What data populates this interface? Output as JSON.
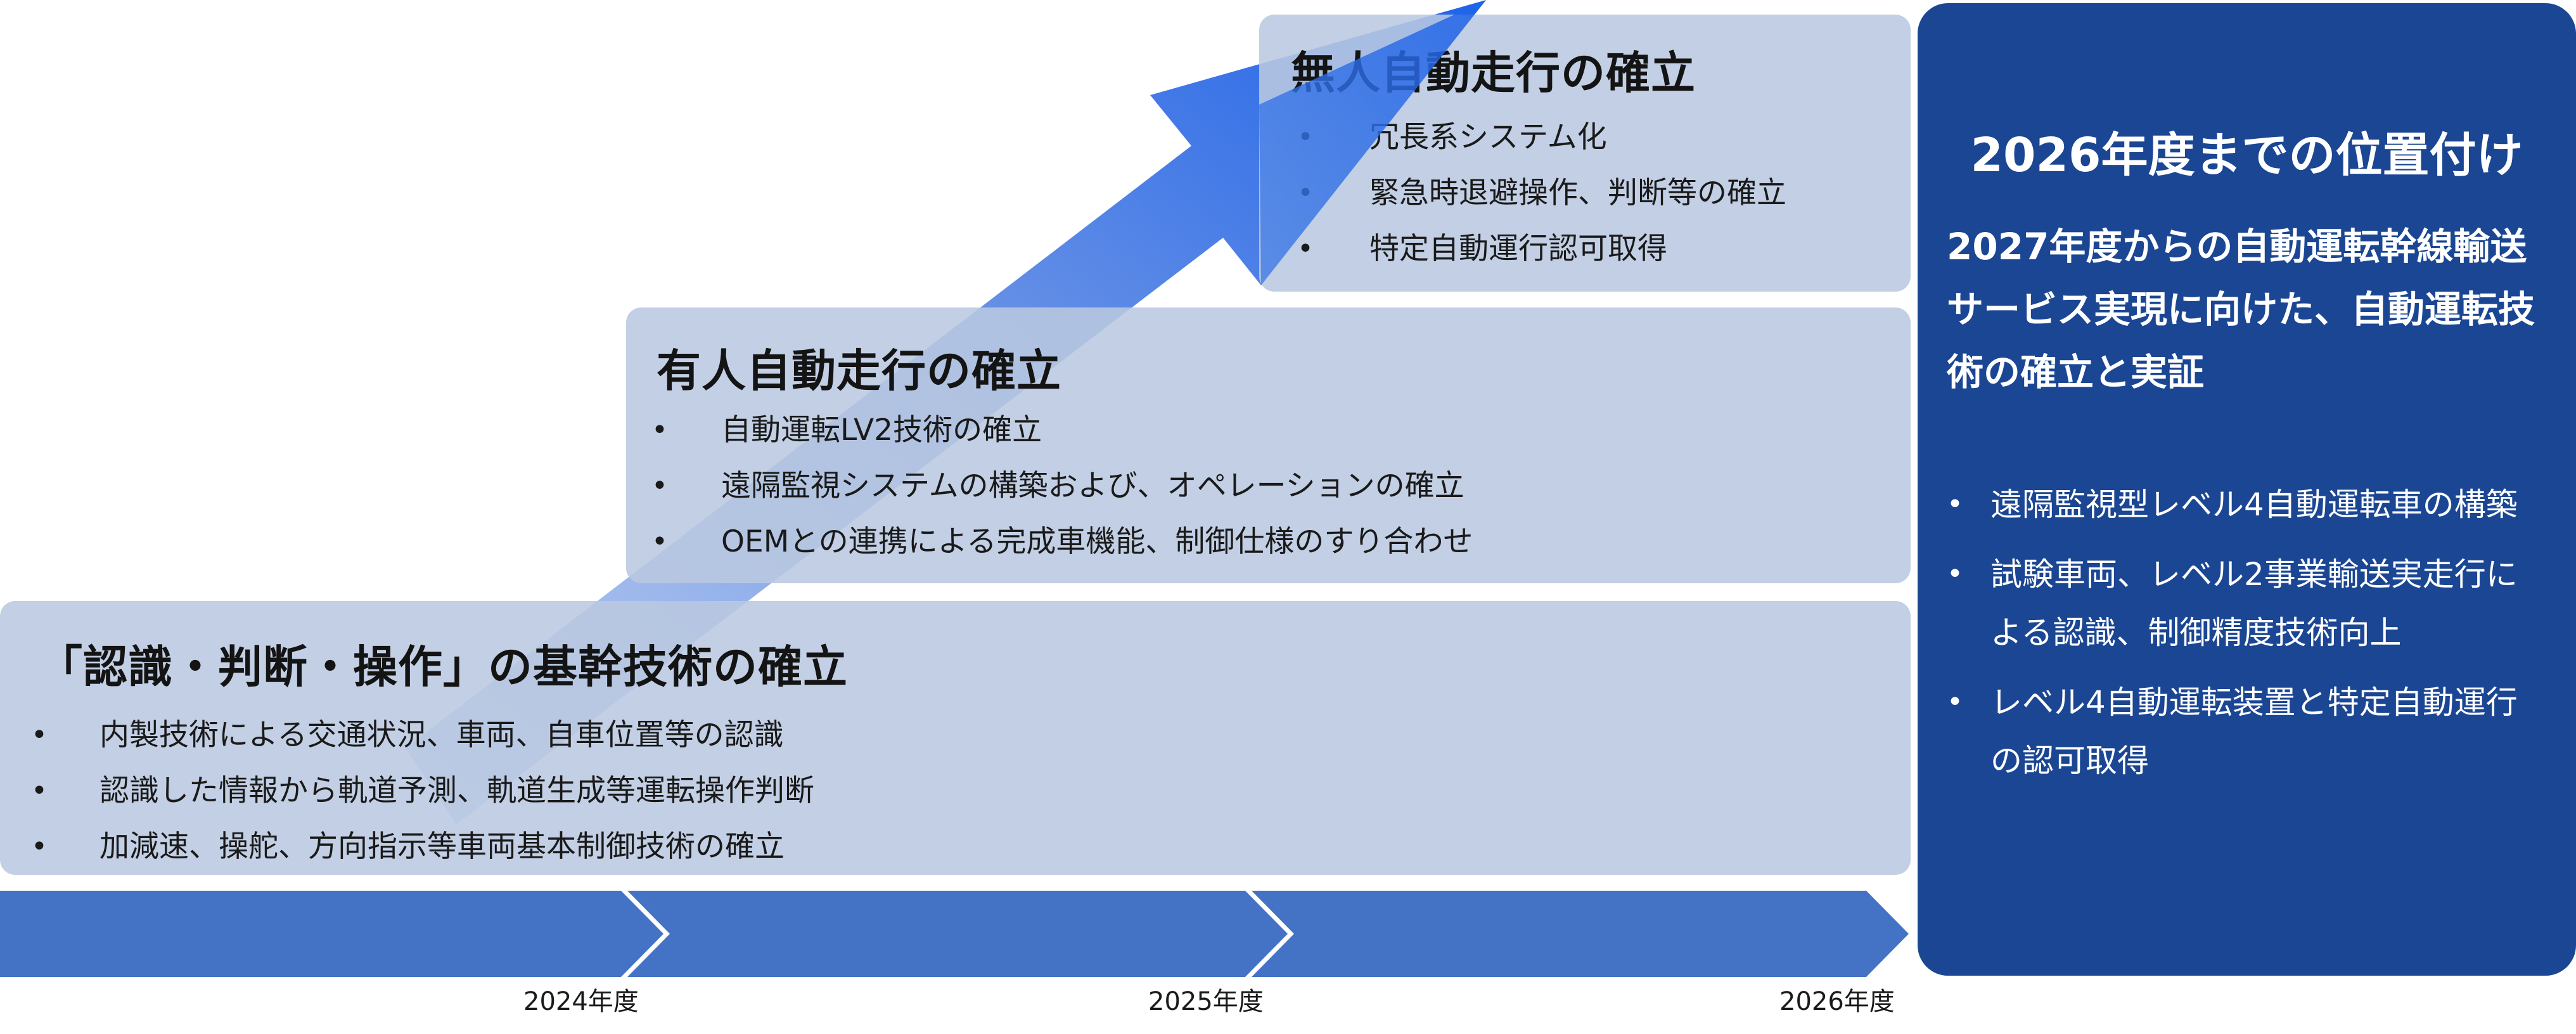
{
  "stages": [
    {
      "title": "「認識・判断・操作」の基幹技術の確立",
      "items": [
        "内製技術による交通状況、車両、自車位置等の認識",
        "認識した情報から軌道予測、軌道生成等運転操作判断",
        "加減速、操舵、方向指示等車両基本制御技術の確立"
      ]
    },
    {
      "title": "有人自動走行の確立",
      "items": [
        "自動運転LV2技術の確立",
        "遠隔監視システムの構築および、オペレーションの確立",
        "OEMとの連携による完成車機能、制御仕様のすり合わせ"
      ]
    },
    {
      "title": "無人自動走行の確立",
      "items": [
        "冗長系システム化",
        "緊急時退避操作、判断等の確立",
        "特定自動運行認可取得"
      ]
    }
  ],
  "bullet": "•",
  "panel": {
    "title": "2026年度までの位置付け",
    "subtitle": "2027年度からの自動運転幹線輸送サービス実現に向けた、自動運転技術の確立と実証",
    "items": [
      "遠隔監視型レベル4自動運転車の構築",
      "試験車両、レベル2事業輸送実走行による認識、制御精度技術向上",
      "レベル4自動運転装置と特定自動運行の認可取得"
    ]
  },
  "timeline": {
    "labels": [
      "2024年度",
      "2025年度",
      "2026年度"
    ]
  },
  "colors": {
    "box_fill": "#b9c8e0",
    "panel_fill": "#1b4693",
    "timeline_fill": "#4472c4",
    "arrow_start": "#c7d6f2",
    "arrow_end": "#1f63e8"
  }
}
